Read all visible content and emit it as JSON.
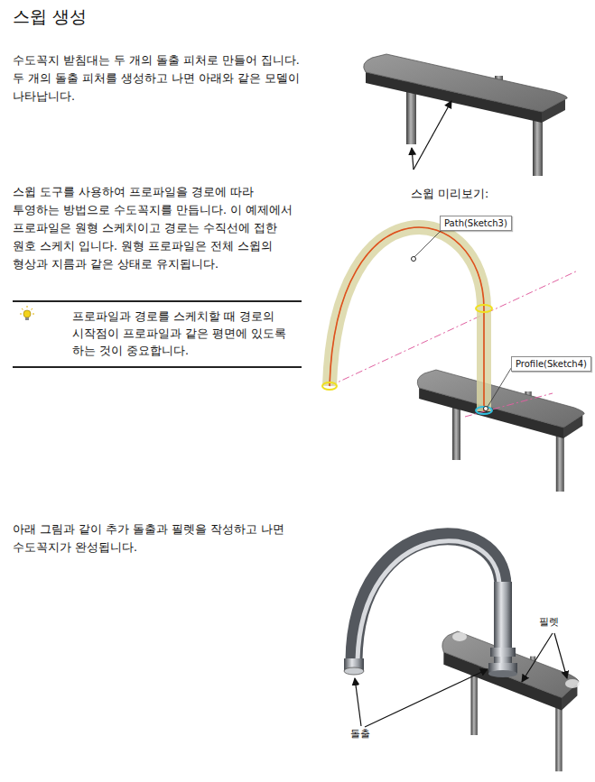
{
  "diagram": {
    "title": "스윕 생성",
    "nodes": [
      {
        "text": [
          "Path(Sketch3)"
        ]
      },
      {
        "text": [
          "Profile(Sketch4)"
        ]
      }
    ],
    "labels": [
      "수도꼭지 받침대는 두 개의 돌출 피처로 만들어 집니다. 두 개의 돌출 피처를 생성하고 나면 아래와 같은 모델이 나타납니다.",
      "스윕 미리보기:",
      "스윕 도구를 사용하여 프로파일을 경로에 따라 투영하는 방법으로 수도꼭지를 만듭니다. 이 예제에서 프로파일은 원형 스케치이고 경로는 수직선에 접한 원호 스케치 입니다. 원형 프로파일은 전체 스윕의 형상과 지름과 같은 상태로 유지됩니다.",
      "프로파일과 경로를 스케치할 때 경로의 시작점이 프로파일과 같은 평면에 있도록 하는 것이 중요합니다.",
      "아래 그림과 같이 추가 돌출과 필렛을 작성하고 나면 수도꼭지가 완성됩니다.",
      "필렛",
      "돌출"
    ]
  }
}
